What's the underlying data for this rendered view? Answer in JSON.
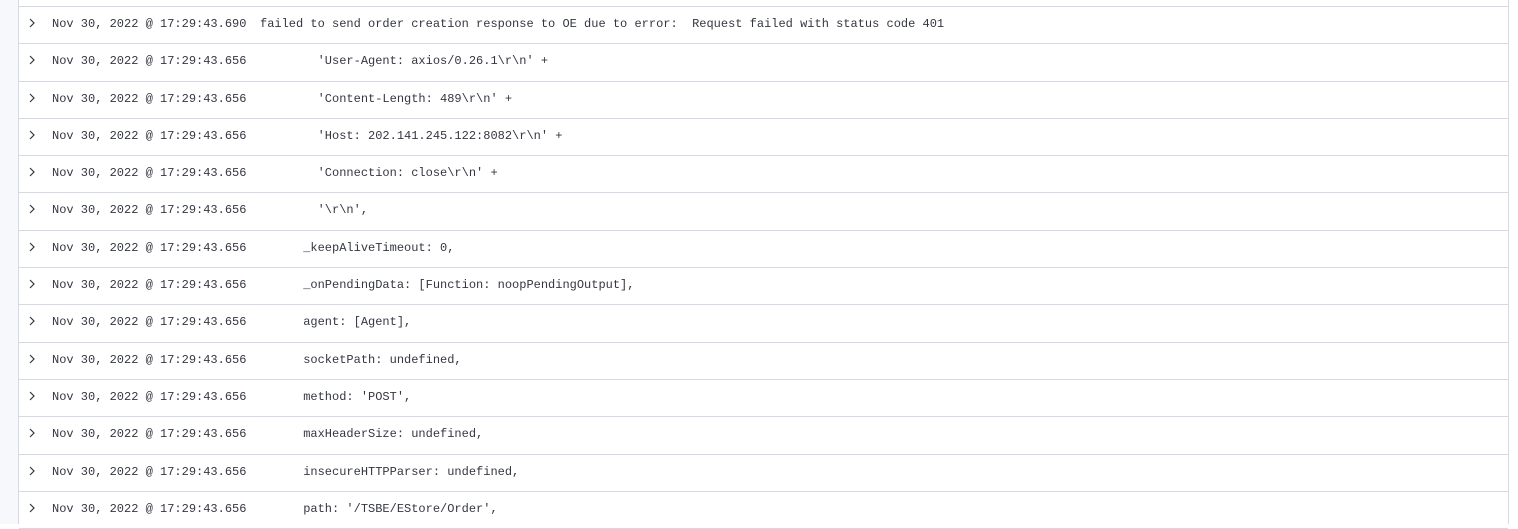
{
  "rows": [
    {
      "timestamp": "Nov 30, 2022 @ 17:29:43.690",
      "message": "failed to send order creation response to OE due to error:  Request failed with status code 401"
    },
    {
      "timestamp": "Nov 30, 2022 @ 17:29:43.656",
      "message": "        'User-Agent: axios/0.26.1\\r\\n' +"
    },
    {
      "timestamp": "Nov 30, 2022 @ 17:29:43.656",
      "message": "        'Content-Length: 489\\r\\n' +"
    },
    {
      "timestamp": "Nov 30, 2022 @ 17:29:43.656",
      "message": "        'Host: 202.141.245.122:8082\\r\\n' +"
    },
    {
      "timestamp": "Nov 30, 2022 @ 17:29:43.656",
      "message": "        'Connection: close\\r\\n' +"
    },
    {
      "timestamp": "Nov 30, 2022 @ 17:29:43.656",
      "message": "        '\\r\\n',"
    },
    {
      "timestamp": "Nov 30, 2022 @ 17:29:43.656",
      "message": "      _keepAliveTimeout: 0,"
    },
    {
      "timestamp": "Nov 30, 2022 @ 17:29:43.656",
      "message": "      _onPendingData: [Function: noopPendingOutput],"
    },
    {
      "timestamp": "Nov 30, 2022 @ 17:29:43.656",
      "message": "      agent: [Agent],"
    },
    {
      "timestamp": "Nov 30, 2022 @ 17:29:43.656",
      "message": "      socketPath: undefined,"
    },
    {
      "timestamp": "Nov 30, 2022 @ 17:29:43.656",
      "message": "      method: 'POST',"
    },
    {
      "timestamp": "Nov 30, 2022 @ 17:29:43.656",
      "message": "      maxHeaderSize: undefined,"
    },
    {
      "timestamp": "Nov 30, 2022 @ 17:29:43.656",
      "message": "      insecureHTTPParser: undefined,"
    },
    {
      "timestamp": "Nov 30, 2022 @ 17:29:43.656",
      "message": "      path: '/TSBE/EStore/Order',"
    }
  ]
}
